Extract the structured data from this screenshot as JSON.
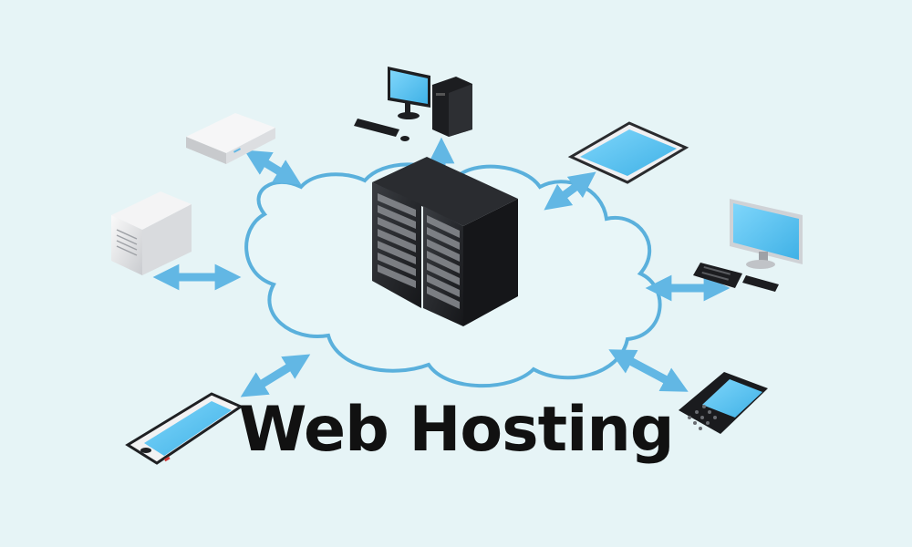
{
  "title": "Web Hosting",
  "colors": {
    "background": "#e6f4f6",
    "cloud_stroke": "#5ab0dc",
    "arrow": "#62b7e4",
    "screen": "#58c3f2",
    "server_rack": "#222428",
    "device_white": "#e8e8ea",
    "device_black": "#18191c",
    "title_text": "#111111"
  },
  "nodes": [
    {
      "name": "cloud",
      "icon": "cloud-icon"
    },
    {
      "name": "server-rack",
      "icon": "server-rack-icon"
    },
    {
      "name": "desktop-tower",
      "icon": "desktop-computer-icon"
    },
    {
      "name": "router",
      "icon": "router-icon"
    },
    {
      "name": "nas-box",
      "icon": "nas-server-icon"
    },
    {
      "name": "tablet",
      "icon": "tablet-icon"
    },
    {
      "name": "monitor-keyboard",
      "icon": "monitor-icon"
    },
    {
      "name": "smartphone",
      "icon": "smartphone-icon"
    },
    {
      "name": "qwerty-phone",
      "icon": "qwerty-phone-icon"
    }
  ]
}
